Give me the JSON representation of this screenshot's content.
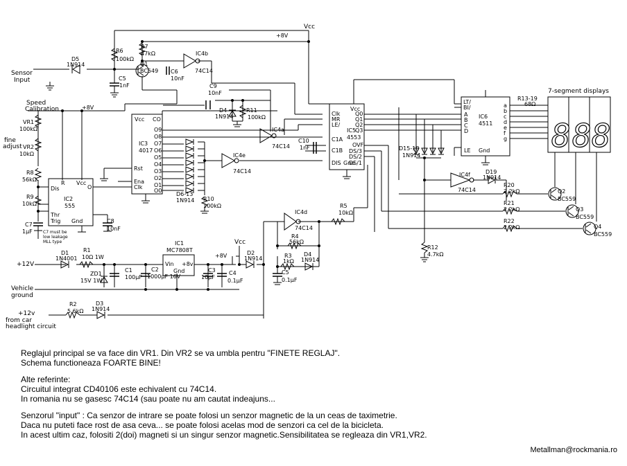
{
  "schematic": {
    "supply": {
      "vcc": "Vcc",
      "plus8v": "+8V"
    },
    "ics": [
      {
        "ref": "IC1",
        "part": "MC7808T",
        "pins": [
          "Vin",
          "Gnd",
          "+8v"
        ]
      },
      {
        "ref": "IC2",
        "part": "555",
        "pins": [
          "R",
          "Vcc",
          "Dis",
          "Thr",
          "Trig",
          "Gnd",
          "O"
        ]
      },
      {
        "ref": "IC3",
        "part": "4017",
        "pins": [
          "Vcc",
          "CO",
          "O9",
          "O8",
          "O7",
          "O6",
          "O5",
          "O4",
          "O3",
          "O2",
          "O1",
          "O0",
          "Rst",
          "Ena",
          "Clk"
        ]
      },
      {
        "ref": "IC4a",
        "part": "74C14"
      },
      {
        "ref": "IC4b",
        "part": "74C14"
      },
      {
        "ref": "IC4d",
        "part": "74C14"
      },
      {
        "ref": "IC4e",
        "part": "74C14"
      },
      {
        "ref": "IC4f",
        "part": "74C14"
      },
      {
        "ref": "IC5",
        "part": "4553",
        "pins": [
          "Clk",
          "MR",
          "LE/",
          "C1A",
          "C1B",
          "DIS",
          "Gnd",
          "Vcc",
          "Q0",
          "Q1",
          "Q2",
          "Q3",
          "OVF",
          "DS/3",
          "DS/2",
          "DS/1"
        ]
      },
      {
        "ref": "IC6",
        "part": "4511",
        "pins": [
          "LT/",
          "BI/",
          "A",
          "B",
          "C",
          "D",
          "LE",
          "Gnd",
          "a",
          "b",
          "c",
          "d",
          "e",
          "f",
          "g"
        ]
      }
    ],
    "components": [
      {
        "ref": "D5",
        "value": "1N914"
      },
      {
        "ref": "R6",
        "value": "100kΩ"
      },
      {
        "ref": "R7",
        "value": "47kΩ"
      },
      {
        "ref": "Q1",
        "value": "BC549"
      },
      {
        "ref": "C5",
        "value": "1nF"
      },
      {
        "ref": "C6",
        "value": "10nF"
      },
      {
        "ref": "C9",
        "value": "10nF"
      },
      {
        "ref": "D4",
        "value": "1N914"
      },
      {
        "ref": "R11",
        "value": "100kΩ"
      },
      {
        "ref": "C10",
        "value": "1nF"
      },
      {
        "ref": "VR1",
        "value": "100kΩ"
      },
      {
        "ref": "VR2",
        "value": "10kΩ"
      },
      {
        "ref": "R8",
        "value": "56kΩ"
      },
      {
        "ref": "R9",
        "value": "10kΩ"
      },
      {
        "ref": "C7",
        "value": "1µF"
      },
      {
        "ref": "C8",
        "value": "10nF"
      },
      {
        "ref": "D6-13",
        "value": "1N914"
      },
      {
        "ref": "R10",
        "value": "100kΩ"
      },
      {
        "ref": "D15-18",
        "value": "1N914"
      },
      {
        "ref": "D19",
        "value": "1N914"
      },
      {
        "ref": "R20",
        "value": "2.2kΩ"
      },
      {
        "ref": "R21",
        "value": "2.2kΩ"
      },
      {
        "ref": "R22",
        "value": "2.2kΩ"
      },
      {
        "ref": "Q2",
        "value": "BC559"
      },
      {
        "ref": "Q3",
        "value": "BC559"
      },
      {
        "ref": "Q4",
        "value": "BC559"
      },
      {
        "ref": "R12",
        "value": "4.7kΩ"
      },
      {
        "ref": "R13-19",
        "value": "68Ω"
      },
      {
        "ref": "R5",
        "value": "10kΩ"
      },
      {
        "ref": "R4",
        "value": "56kΩ"
      },
      {
        "ref": "R3",
        "value": "1kΩ"
      },
      {
        "ref": "D4",
        "value": "1N914"
      },
      {
        "ref": "C5",
        "value": "0.1µF"
      },
      {
        "ref": "D1",
        "value": "1N4001"
      },
      {
        "ref": "R1",
        "value": "10Ω 1W"
      },
      {
        "ref": "ZD1",
        "value": "15V 1W"
      },
      {
        "ref": "C1",
        "value": "100µF"
      },
      {
        "ref": "C2",
        "value": "1000µF 16V"
      },
      {
        "ref": "C3",
        "value": "10µF"
      },
      {
        "ref": "C4",
        "value": "0.1µF"
      },
      {
        "ref": "D2",
        "value": "1N914"
      },
      {
        "ref": "R2",
        "value": "5.6kΩ"
      },
      {
        "ref": "D3",
        "value": "1N914"
      }
    ],
    "labels": {
      "sensor_input_1": "Sensor",
      "sensor_input_2": "Input",
      "speed_cal_1": "Speed",
      "speed_cal_2": "Calibration",
      "fine_adjust_1": "fine",
      "fine_adjust_2": "adjust",
      "c7_note_1": "C7 must be",
      "c7_note_2": "low leakage",
      "c7_note_3": "MLL type",
      "plus12v": "+12V",
      "vehicle_ground_1": "Vehicle",
      "vehicle_ground_2": "ground",
      "headlight_1": "+12v",
      "headlight_2": "from car",
      "headlight_3": "headlight circuit",
      "display_title": "7-segment displays",
      "display_segments": [
        "a",
        "b",
        "c",
        "d",
        "e",
        "f",
        "g"
      ]
    }
  },
  "notes": {
    "lines_group1": [
      "Reglajul principal se va face din VR1. Din VR2 se va umbla pentru \"FINETE REGLAJ\".",
      "Schema functioneaza FOARTE BINE!"
    ],
    "lines_group2": [
      "Alte referinte:",
      "Circuitul integrat CD40106 este echivalent cu 74C14.",
      "In romania nu se gasesc 74C14 (sau poate nu am cautat indeajuns..."
    ],
    "lines_group3": [
      "Senzorul \"input\" :  Ca senzor de intrare se poate folosi un senzor magnetic de la un ceas de taximetrie.",
      "Daca nu puteti face rost de asa ceva... se poate folosi acelas mod de senzori ca cel de la bicicleta.",
      "In acest ultim caz, folositi 2(doi) magneti si un singur senzor magnetic.Sensibilitatea se regleaza din VR1,VR2."
    ],
    "author": "Metallman@rockmania.ro"
  }
}
